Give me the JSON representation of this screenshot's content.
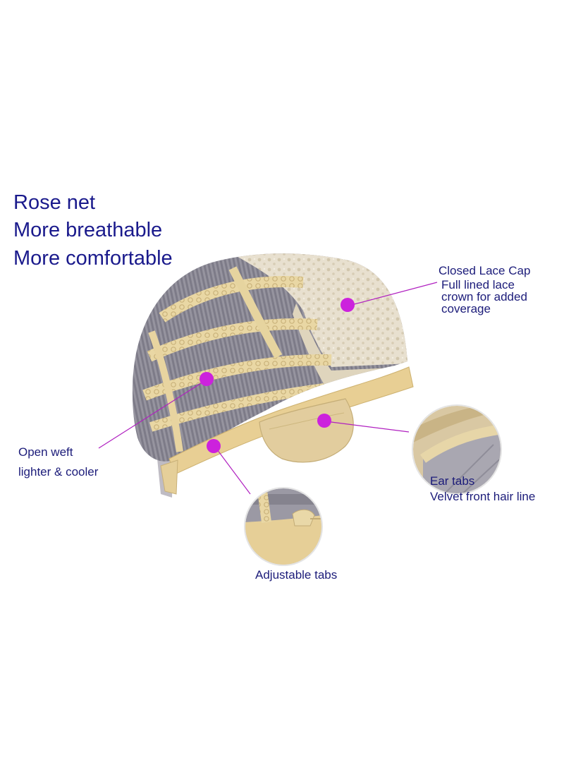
{
  "headline": {
    "line1": "Rose net",
    "line2": "More breathable",
    "line3": "More comfortable"
  },
  "callouts": {
    "closed_lace": {
      "title": "Closed Lace Cap",
      "line1": "Full lined lace",
      "line2": "crown for added",
      "line3": "coverage"
    },
    "open_weft": {
      "line1": "Open weft",
      "line2": "lighter & cooler"
    },
    "ear_tabs": {
      "line1": "Ear tabs",
      "line2": "Velvet front hair line"
    },
    "adjustable": {
      "line1": "Adjustable tabs"
    }
  },
  "colors": {
    "text": "#1a1a8c",
    "marker": "#cc22dd",
    "leader": "#b020c0",
    "cap_lace": "#e6dcc6",
    "cap_band": "#e8cf94",
    "weft_gray": "#8e8c98"
  },
  "icons": {
    "marker": "magenta-dot",
    "zoom": "circular-detail-inset"
  }
}
